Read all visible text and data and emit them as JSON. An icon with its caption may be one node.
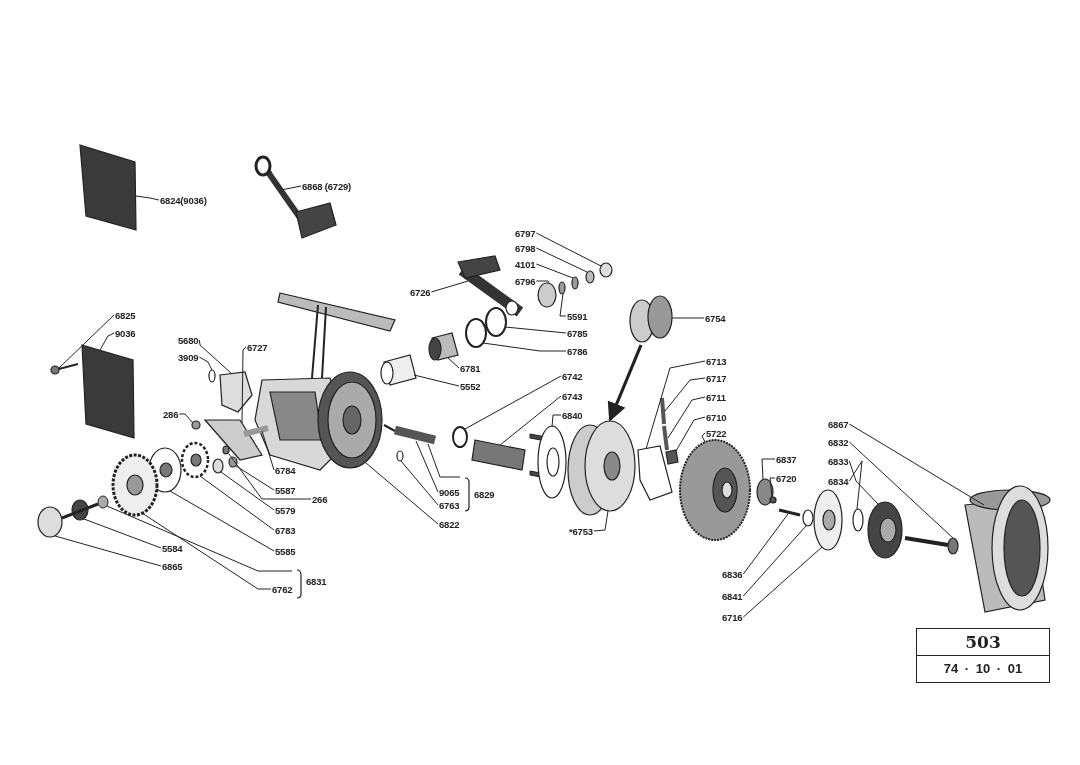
{
  "diagram": {
    "nodes": [
      {
        "text": [
          "6824(9036)"
        ]
      },
      {
        "text": [
          "6868 (6729)"
        ]
      },
      {
        "text": [
          "6825"
        ]
      },
      {
        "text": [
          "9036"
        ]
      },
      {
        "text": [
          "5680"
        ]
      },
      {
        "text": [
          "3909"
        ]
      },
      {
        "text": [
          "6727"
        ]
      },
      {
        "text": [
          "286"
        ]
      },
      {
        "text": [
          "6784"
        ]
      },
      {
        "text": [
          "5587"
        ]
      },
      {
        "text": [
          "266"
        ]
      },
      {
        "text": [
          "5579"
        ]
      },
      {
        "text": [
          "6783"
        ]
      },
      {
        "text": [
          "5585"
        ]
      },
      {
        "text": [
          "5584"
        ]
      },
      {
        "text": [
          "6865"
        ]
      },
      {
        "text": [
          "6762"
        ]
      },
      {
        "text": [
          "6831"
        ]
      },
      {
        "text": [
          "6726"
        ]
      },
      {
        "text": [
          "6797"
        ]
      },
      {
        "text": [
          "6798"
        ]
      },
      {
        "text": [
          "4101"
        ]
      },
      {
        "text": [
          "6796"
        ]
      },
      {
        "text": [
          "5591"
        ]
      },
      {
        "text": [
          "6785"
        ]
      },
      {
        "text": [
          "6786"
        ]
      },
      {
        "text": [
          "6781"
        ]
      },
      {
        "text": [
          "5552"
        ]
      },
      {
        "text": [
          "6742"
        ]
      },
      {
        "text": [
          "6743"
        ]
      },
      {
        "text": [
          "6840"
        ]
      },
      {
        "text": [
          "9065"
        ]
      },
      {
        "text": [
          "6763"
        ]
      },
      {
        "text": [
          "6829"
        ]
      },
      {
        "text": [
          "6822"
        ]
      },
      {
        "text": [
          "6754"
        ]
      },
      {
        "text": [
          "*6753"
        ]
      },
      {
        "text": [
          "6713"
        ]
      },
      {
        "text": [
          "6717"
        ]
      },
      {
        "text": [
          "6711"
        ]
      },
      {
        "text": [
          "6710"
        ]
      },
      {
        "text": [
          "5722"
        ]
      },
      {
        "text": [
          "6837"
        ]
      },
      {
        "text": [
          "6720"
        ]
      },
      {
        "text": [
          "6836"
        ]
      },
      {
        "text": [
          "6841"
        ]
      },
      {
        "text": [
          "6716"
        ]
      },
      {
        "text": [
          "6867"
        ]
      },
      {
        "text": [
          "6832"
        ]
      },
      {
        "text": [
          "6833"
        ]
      },
      {
        "text": [
          "6834"
        ]
      },
      {
        "text": [
          "503",
          "74 · 10 · 01"
        ]
      },
      {
        "text": [],
        "shape": "box"
      },
      {
        "text": [],
        "shape": "picture"
      },
      {
        "text": [],
        "shape": "picture"
      },
      {
        "text": [],
        "shape": "box"
      },
      {
        "text": [],
        "shape": "box"
      },
      {
        "text": [],
        "shape": "circle"
      },
      {
        "text": [],
        "shape": "box"
      },
      {
        "text": [],
        "shape": "circle"
      },
      {
        "text": [],
        "shape": "bar"
      },
      {
        "text": [],
        "shape": "circle"
      },
      {
        "text": [],
        "shape": "circle"
      },
      {
        "text": [],
        "shape": "circle"
      },
      {
        "text": [],
        "shape": "circle"
      },
      {
        "text": [],
        "shape": "circle"
      },
      {
        "text": [],
        "shape": "circle"
      },
      {
        "text": [],
        "shape": "picture"
      },
      {
        "text": [],
        "shape": "circle"
      },
      {
        "text": [],
        "shape": "picture"
      },
      {
        "text": [],
        "shape": "circle"
      },
      {
        "text": [],
        "shape": "circle"
      },
      {
        "text": [],
        "shape": "circle"
      },
      {
        "text": [],
        "shape": "circle"
      },
      {
        "text": [],
        "shape": "circle"
      },
      {
        "text": [],
        "shape": "circle"
      },
      {
        "text": [],
        "shape": "circle"
      },
      {
        "text": [],
        "shape": "picture"
      },
      {
        "text": [],
        "shape": "picture"
      },
      {
        "text": [],
        "shape": "circle"
      },
      {
        "text": [],
        "shape": "box"
      },
      {
        "text": [],
        "shape": "picture"
      },
      {
        "text": [],
        "shape": "bar"
      },
      {
        "text": [],
        "shape": "circle"
      },
      {
        "text": [],
        "shape": "circle"
      },
      {
        "text": [],
        "shape": "circle"
      },
      {
        "text": [],
        "shape": "circle"
      },
      {
        "text": [],
        "shape": "box"
      },
      {
        "text": [],
        "shape": "bar"
      },
      {
        "text": [],
        "shape": "bar"
      },
      {
        "text": [],
        "shape": "box"
      },
      {
        "text": [],
        "shape": "circle"
      },
      {
        "text": [],
        "shape": "circle"
      },
      {
        "text": [],
        "shape": "circle"
      },
      {
        "text": [],
        "shape": "bar"
      },
      {
        "text": [],
        "shape": "circle"
      },
      {
        "text": [],
        "shape": "circle"
      },
      {
        "text": [],
        "shape": "picture"
      },
      {
        "text": [],
        "shape": "picture"
      },
      {
        "text": [],
        "shape": "circle"
      },
      {
        "text": [],
        "shape": "circle"
      }
    ],
    "edges": [
      {
        "from": 0,
        "to": 52,
        "arrow": "none"
      },
      {
        "from": 1,
        "to": 53,
        "arrow": "none"
      },
      {
        "from": 2,
        "to": 54,
        "arrow": "none"
      },
      {
        "from": 3,
        "to": 55,
        "arrow": "none"
      },
      {
        "from": 4,
        "to": 56,
        "arrow": "none"
      },
      {
        "from": 5,
        "to": 57,
        "arrow": "none"
      },
      {
        "from": 6,
        "to": 58,
        "arrow": "none"
      },
      {
        "from": 7,
        "to": 59,
        "arrow": "none"
      },
      {
        "from": 8,
        "to": 60,
        "arrow": "none"
      },
      {
        "from": 9,
        "to": 61,
        "arrow": "none"
      },
      {
        "from": 10,
        "to": 62,
        "arrow": "none"
      },
      {
        "from": 11,
        "to": 63,
        "arrow": "none"
      },
      {
        "from": 12,
        "to": 64,
        "arrow": "none"
      },
      {
        "from": 13,
        "to": 65,
        "arrow": "none"
      },
      {
        "from": 14,
        "to": 66,
        "arrow": "none"
      },
      {
        "from": 15,
        "to": 67,
        "arrow": "none"
      },
      {
        "from": 16,
        "to": 68,
        "arrow": "none"
      },
      {
        "from": 18,
        "to": 69,
        "arrow": "none"
      },
      {
        "from": 19,
        "to": 70,
        "arrow": "none"
      },
      {
        "from": 20,
        "to": 71,
        "arrow": "none"
      },
      {
        "from": 21,
        "to": 72,
        "arrow": "none"
      },
      {
        "from": 22,
        "to": 73,
        "arrow": "none"
      },
      {
        "from": 23,
        "to": 74,
        "arrow": "none"
      },
      {
        "from": 24,
        "to": 75,
        "arrow": "none"
      },
      {
        "from": 25,
        "to": 76,
        "arrow": "none"
      },
      {
        "from": 26,
        "to": 77,
        "arrow": "none"
      },
      {
        "from": 27,
        "to": 78,
        "arrow": "none"
      },
      {
        "from": 28,
        "to": 79,
        "arrow": "none"
      },
      {
        "from": 29,
        "to": 80,
        "arrow": "none"
      },
      {
        "from": 30,
        "to": 81,
        "arrow": "none"
      },
      {
        "from": 31,
        "to": 82,
        "arrow": "none"
      },
      {
        "from": 32,
        "to": 83,
        "arrow": "none"
      },
      {
        "from": 34,
        "to": 84,
        "arrow": "none"
      },
      {
        "from": 35,
        "to": 85,
        "arrow": "none"
      },
      {
        "from": 36,
        "to": 86,
        "arrow": "none"
      },
      {
        "from": 37,
        "to": 87,
        "arrow": "none"
      },
      {
        "from": 38,
        "to": 88,
        "arrow": "none"
      },
      {
        "from": 39,
        "to": 89,
        "arrow": "none"
      },
      {
        "from": 40,
        "to": 90,
        "arrow": "none"
      },
      {
        "from": 41,
        "to": 91,
        "arrow": "none"
      },
      {
        "from": 42,
        "to": 92,
        "arrow": "none"
      },
      {
        "from": 43,
        "to": 93,
        "arrow": "none"
      },
      {
        "from": 44,
        "to": 94,
        "arrow": "none"
      },
      {
        "from": 45,
        "to": 95,
        "arrow": "none"
      },
      {
        "from": 46,
        "to": 96,
        "arrow": "none"
      },
      {
        "from": 47,
        "to": 97,
        "arrow": "none"
      },
      {
        "from": 48,
        "to": 98,
        "arrow": "none"
      },
      {
        "from": 49,
        "to": 99,
        "arrow": "none"
      },
      {
        "from": 50,
        "to": 100,
        "arrow": "none"
      },
      {
        "from": 85,
        "to": 86,
        "arrow": "to",
        "style": "thick"
      }
    ]
  }
}
